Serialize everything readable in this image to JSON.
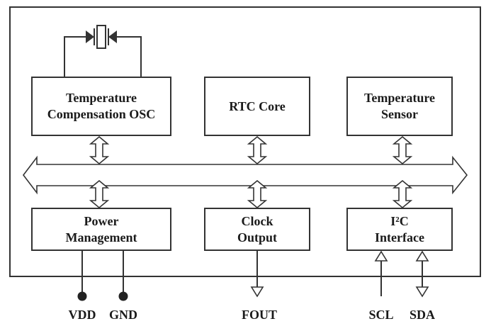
{
  "blocks": {
    "temp_comp_osc": {
      "line1": "Temperature",
      "line2": "Compensation OSC"
    },
    "rtc_core": {
      "line1": "RTC Core"
    },
    "temp_sensor": {
      "line1": "Temperature",
      "line2": "Sensor"
    },
    "power_mgmt": {
      "line1": "Power",
      "line2": "Management"
    },
    "clock_output": {
      "line1": "Clock",
      "line2": "Output"
    },
    "i2c_interface": {
      "line1": "I²C",
      "line2": "Interface"
    }
  },
  "pins": {
    "vdd": "VDD",
    "gnd": "GND",
    "fout": "FOUT",
    "scl": "SCL",
    "sda": "SDA"
  },
  "colors": {
    "stroke": "#333333",
    "text": "#1a1a1a",
    "background": "#ffffff"
  }
}
